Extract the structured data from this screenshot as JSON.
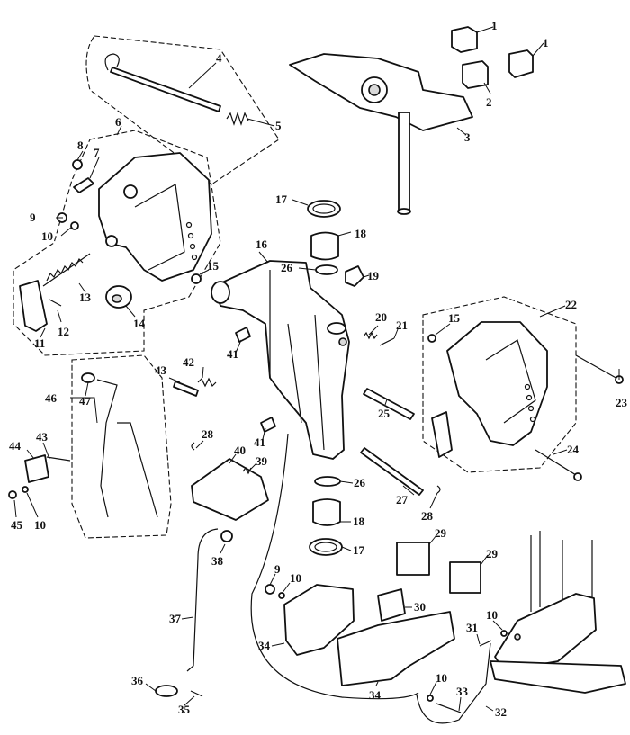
{
  "callouts": [
    {
      "id": "c1a",
      "text": "1"
    },
    {
      "id": "c1b",
      "text": "1"
    },
    {
      "id": "c2",
      "text": "2"
    },
    {
      "id": "c3",
      "text": "3"
    },
    {
      "id": "c4",
      "text": "4"
    },
    {
      "id": "c5",
      "text": "5"
    },
    {
      "id": "c6",
      "text": "6"
    },
    {
      "id": "c7",
      "text": "7"
    },
    {
      "id": "c8",
      "text": "8"
    },
    {
      "id": "c9",
      "text": "9"
    },
    {
      "id": "c10a",
      "text": "10"
    },
    {
      "id": "c11",
      "text": "11"
    },
    {
      "id": "c12",
      "text": "12"
    },
    {
      "id": "c13",
      "text": "13"
    },
    {
      "id": "c14",
      "text": "14"
    },
    {
      "id": "c15a",
      "text": "15"
    },
    {
      "id": "c16",
      "text": "16"
    },
    {
      "id": "c17a",
      "text": "17"
    },
    {
      "id": "c18a",
      "text": "18"
    },
    {
      "id": "c19",
      "text": "19"
    },
    {
      "id": "c26a",
      "text": "26"
    },
    {
      "id": "c20",
      "text": "20"
    },
    {
      "id": "c21",
      "text": "21"
    },
    {
      "id": "c15b",
      "text": "15"
    },
    {
      "id": "c22",
      "text": "22"
    },
    {
      "id": "c23",
      "text": "23"
    },
    {
      "id": "c41a",
      "text": "41"
    },
    {
      "id": "c43a",
      "text": "43"
    },
    {
      "id": "c42",
      "text": "42"
    },
    {
      "id": "c46",
      "text": "46"
    },
    {
      "id": "c47",
      "text": "47"
    },
    {
      "id": "c25",
      "text": "25"
    },
    {
      "id": "c24",
      "text": "24"
    },
    {
      "id": "c28a",
      "text": "28"
    },
    {
      "id": "c41b",
      "text": "41"
    },
    {
      "id": "c43b",
      "text": "43"
    },
    {
      "id": "c44",
      "text": "44"
    },
    {
      "id": "c40",
      "text": "40"
    },
    {
      "id": "c39",
      "text": "39"
    },
    {
      "id": "c26b",
      "text": "26"
    },
    {
      "id": "c27",
      "text": "27"
    },
    {
      "id": "c28b",
      "text": "28"
    },
    {
      "id": "c45",
      "text": "45"
    },
    {
      "id": "c10b",
      "text": "10"
    },
    {
      "id": "c18b",
      "text": "18"
    },
    {
      "id": "c38",
      "text": "38"
    },
    {
      "id": "c17b",
      "text": "17"
    },
    {
      "id": "c29a",
      "text": "29"
    },
    {
      "id": "c29b",
      "text": "29"
    },
    {
      "id": "c9b",
      "text": "9"
    },
    {
      "id": "c10c",
      "text": "10"
    },
    {
      "id": "c30",
      "text": "30"
    },
    {
      "id": "c37",
      "text": "37"
    },
    {
      "id": "c34a",
      "text": "34"
    },
    {
      "id": "c31",
      "text": "31"
    },
    {
      "id": "c10d",
      "text": "10"
    },
    {
      "id": "c36",
      "text": "36"
    },
    {
      "id": "c34b",
      "text": "34"
    },
    {
      "id": "c10e",
      "text": "10"
    },
    {
      "id": "c33",
      "text": "33"
    },
    {
      "id": "c35",
      "text": "35"
    },
    {
      "id": "c32",
      "text": "32"
    }
  ]
}
